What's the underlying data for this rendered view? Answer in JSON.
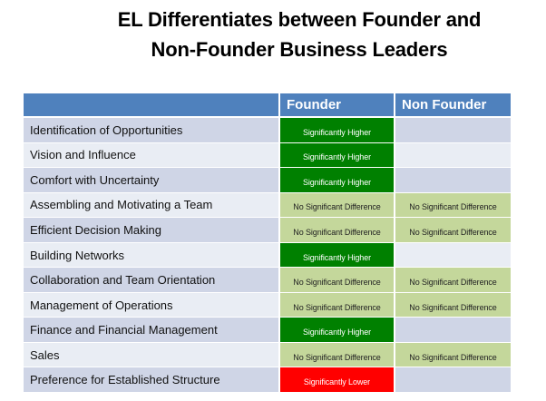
{
  "title": {
    "line1": "EL Differentiates between Founder and",
    "line2": "Non-Founder Business Leaders"
  },
  "table": {
    "headers": [
      "",
      "Founder",
      "Non Founder"
    ],
    "rows": [
      {
        "label": "Identification of Opportunities",
        "founder": "Significantly Higher",
        "founder_type": "higher",
        "non_founder": "",
        "non_founder_type": "blank"
      },
      {
        "label": "Vision and Influence",
        "founder": "Significantly Higher",
        "founder_type": "higher",
        "non_founder": "",
        "non_founder_type": "blank"
      },
      {
        "label": "Comfort with Uncertainty",
        "founder": "Significantly Higher",
        "founder_type": "higher",
        "non_founder": "",
        "non_founder_type": "blank"
      },
      {
        "label": "Assembling and Motivating a Team",
        "founder": "No Significant Difference",
        "founder_type": "nodiff",
        "non_founder": "No Significant Difference",
        "non_founder_type": "nodiff"
      },
      {
        "label": "Efficient Decision Making",
        "founder": "No Significant Difference",
        "founder_type": "nodiff",
        "non_founder": "No Significant Difference",
        "non_founder_type": "nodiff"
      },
      {
        "label": "Building Networks",
        "founder": "Significantly Higher",
        "founder_type": "higher",
        "non_founder": "",
        "non_founder_type": "blank"
      },
      {
        "label": "Collaboration and Team Orientation",
        "founder": "No Significant Difference",
        "founder_type": "nodiff",
        "non_founder": "No Significant Difference",
        "non_founder_type": "nodiff"
      },
      {
        "label": "Management of Operations",
        "founder": "No Significant Difference",
        "founder_type": "nodiff",
        "non_founder": "No Significant Difference",
        "non_founder_type": "nodiff"
      },
      {
        "label": "Finance and Financial Management",
        "founder": "Significantly Higher",
        "founder_type": "higher",
        "non_founder": "",
        "non_founder_type": "blank"
      },
      {
        "label": "Sales",
        "founder": "No Significant Difference",
        "founder_type": "nodiff",
        "non_founder": "No Significant Difference",
        "non_founder_type": "nodiff"
      },
      {
        "label": "Preference for Established Structure",
        "founder": "Significantly Lower",
        "founder_type": "lower",
        "non_founder": "",
        "non_founder_type": "blank"
      }
    ]
  },
  "colors": {
    "header": "#4f81bd",
    "row_odd": "#cfd5e6",
    "row_even": "#e9edf4",
    "significantly_higher": "#008000",
    "no_significant_difference": "#c4d79b",
    "significantly_lower": "#ff0000"
  }
}
